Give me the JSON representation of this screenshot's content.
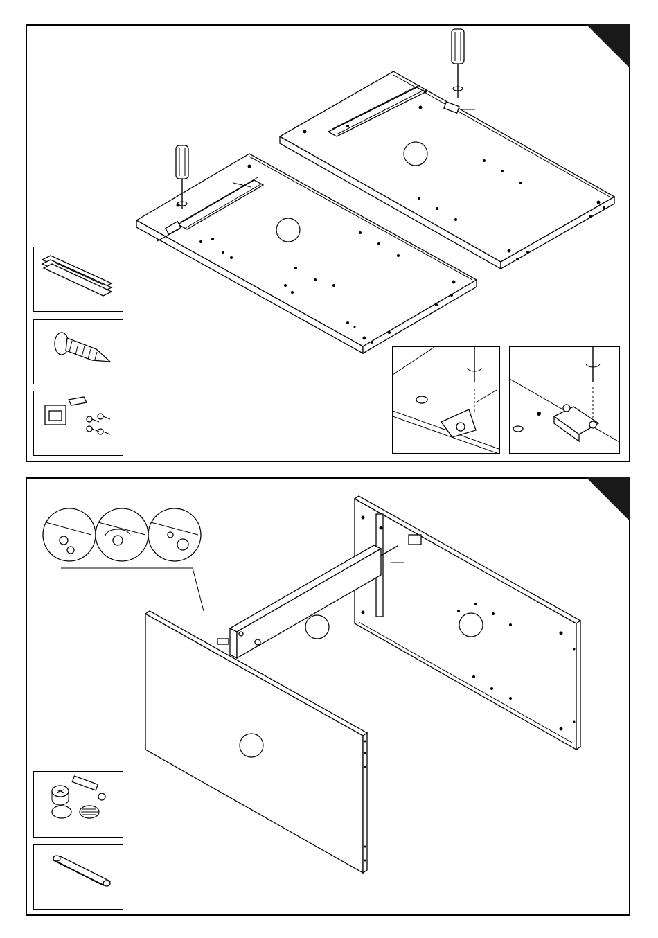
{
  "page": {
    "background": "#ffffff",
    "ink": "#000000"
  },
  "steps": [
    {
      "id": "step1",
      "corner_tab": "dark-corner-tab",
      "part_icons": [
        "drawer-runner-rail-icon",
        "wood-screw-icon",
        "magnetic-catch-with-screws-icon"
      ],
      "detail_views": [
        "runner-screwing-detail",
        "magnetic-catch-screwing-detail"
      ]
    },
    {
      "id": "step2",
      "corner_tab": "dark-corner-tab",
      "part_icons": [
        "cam-lock-fitting-icon",
        "wooden-dowel-icon"
      ],
      "detail_views": [
        "cam-lock-insert-detail",
        "cam-lock-turn-detail",
        "cam-lock-locked-detail"
      ]
    }
  ]
}
